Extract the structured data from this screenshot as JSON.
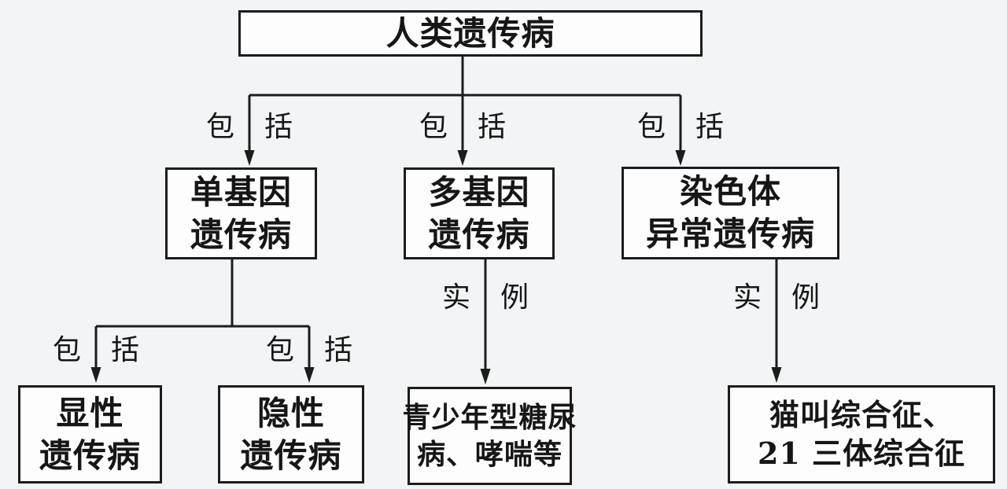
{
  "diagram_title": "人类遗传病",
  "nodes": {
    "root": {
      "label": "人类遗传病"
    },
    "single_gene": {
      "line1": "单基因",
      "line2": "遗传病"
    },
    "polygenic": {
      "line1": "多基因",
      "line2": "遗传病"
    },
    "chromosomal": {
      "line1": "染色体",
      "line2": "异常遗传病"
    },
    "dominant": {
      "line1": "显性",
      "line2": "遗传病"
    },
    "recessive": {
      "line1": "隐性",
      "line2": "遗传病"
    },
    "polygenic_examples": {
      "line1": "青少年型糖尿",
      "line2": "病、哮喘等"
    },
    "chromosomal_examples": {
      "line1": "猫叫综合征、",
      "line2": "21 三体综合征"
    }
  },
  "edge_labels": {
    "include": {
      "left": "包",
      "right": "括"
    },
    "example": {
      "left": "实",
      "right": "例"
    }
  },
  "colors": {
    "line": "#1c1c1c",
    "text": "#161616",
    "background": "#f2f4f6",
    "box_fill": "#fdfdfe"
  }
}
